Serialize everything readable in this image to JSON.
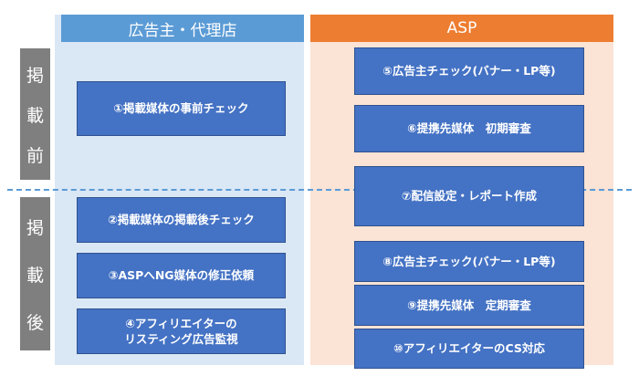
{
  "headers": {
    "advertiser": "広告主・代理店",
    "asp": "ASP"
  },
  "phases": {
    "pre": [
      "掲",
      "載",
      "前"
    ],
    "post": [
      "掲",
      "載",
      "後"
    ]
  },
  "advertiser_steps": {
    "s1": "①掲載媒体の事前チェック",
    "s2": "②掲載媒体の掲載後チェック",
    "s3": "③ASPへNG媒体の修正依頼",
    "s4_line1": "④アフィリエイターの",
    "s4_line2": "リスティング広告監視"
  },
  "asp_steps": {
    "s5": "⑤広告主チェック(バナー・LP等)",
    "s6": "⑥提携先媒体　初期審査",
    "s7": "⑦配信設定・レポート作成",
    "s8": "⑧広告主チェック(バナー・LP等)",
    "s9": "⑨提携先媒体　定期審査",
    "s10": "⑩アフィリエイターのCS対応"
  },
  "colors": {
    "advertiser_header": "#5b9bd5",
    "asp_header": "#ed7d31",
    "advertiser_bg": "#dae7f5",
    "asp_bg": "#fbe3d6",
    "step_box": "#4472c4",
    "phase_label": "#7f7f7f"
  }
}
